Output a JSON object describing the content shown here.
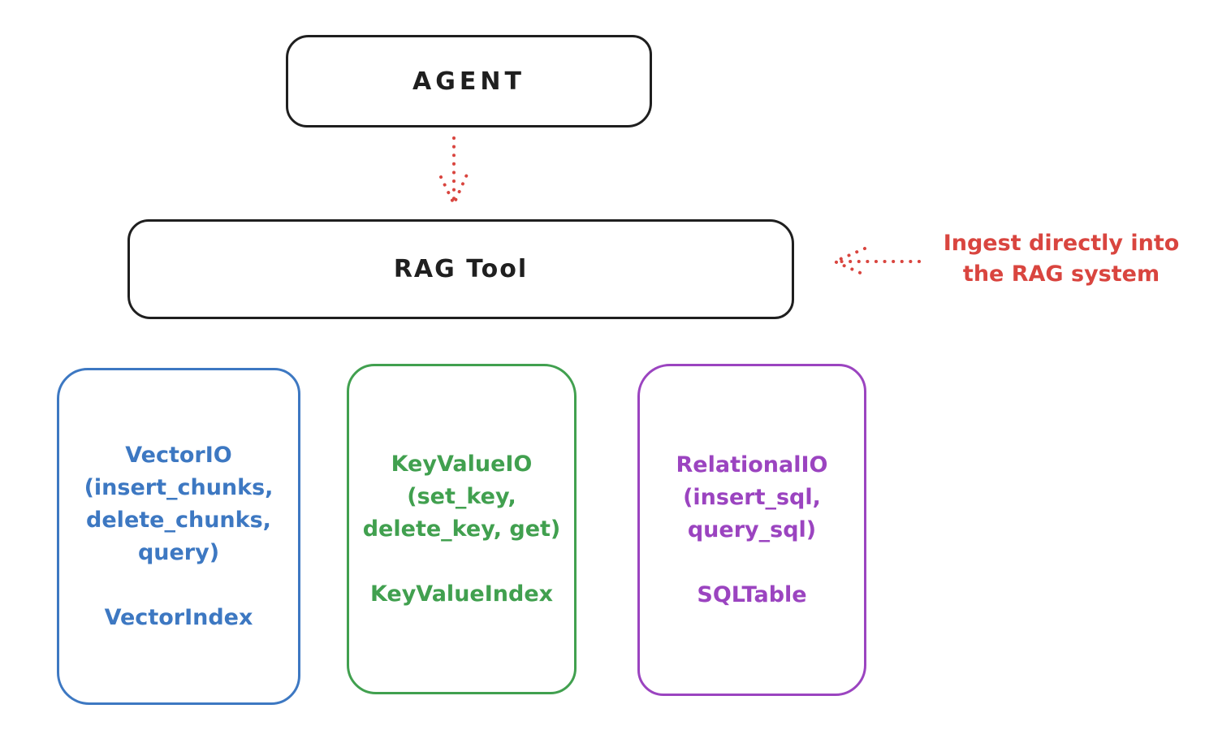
{
  "diagram": {
    "agent": {
      "label": "AGENT"
    },
    "rag_tool": {
      "label": "RAG Tool"
    },
    "annotation": {
      "text": "Ingest directly into\nthe RAG system"
    },
    "cards": [
      {
        "name": "vector-io",
        "methods": "VectorIO\n(insert_chunks,\ndelete_chunks,\nquery)",
        "index_label": "VectorIndex",
        "color": "#3d78c2"
      },
      {
        "name": "key-value-io",
        "methods": "KeyValueIO\n(set_key,\ndelete_key, get)",
        "index_label": "KeyValueIndex",
        "color": "#41a04f"
      },
      {
        "name": "relational-io",
        "methods": "RelationalIO\n(insert_sql,\nquery_sql)",
        "index_label": "SQLTable",
        "color": "#9b44c0"
      }
    ],
    "colors": {
      "stroke": "#1f1f1f",
      "accent_red": "#d9453f",
      "blue": "#3d78c2",
      "green": "#41a04f",
      "purple": "#9b44c0",
      "background": "#ffffff"
    }
  }
}
